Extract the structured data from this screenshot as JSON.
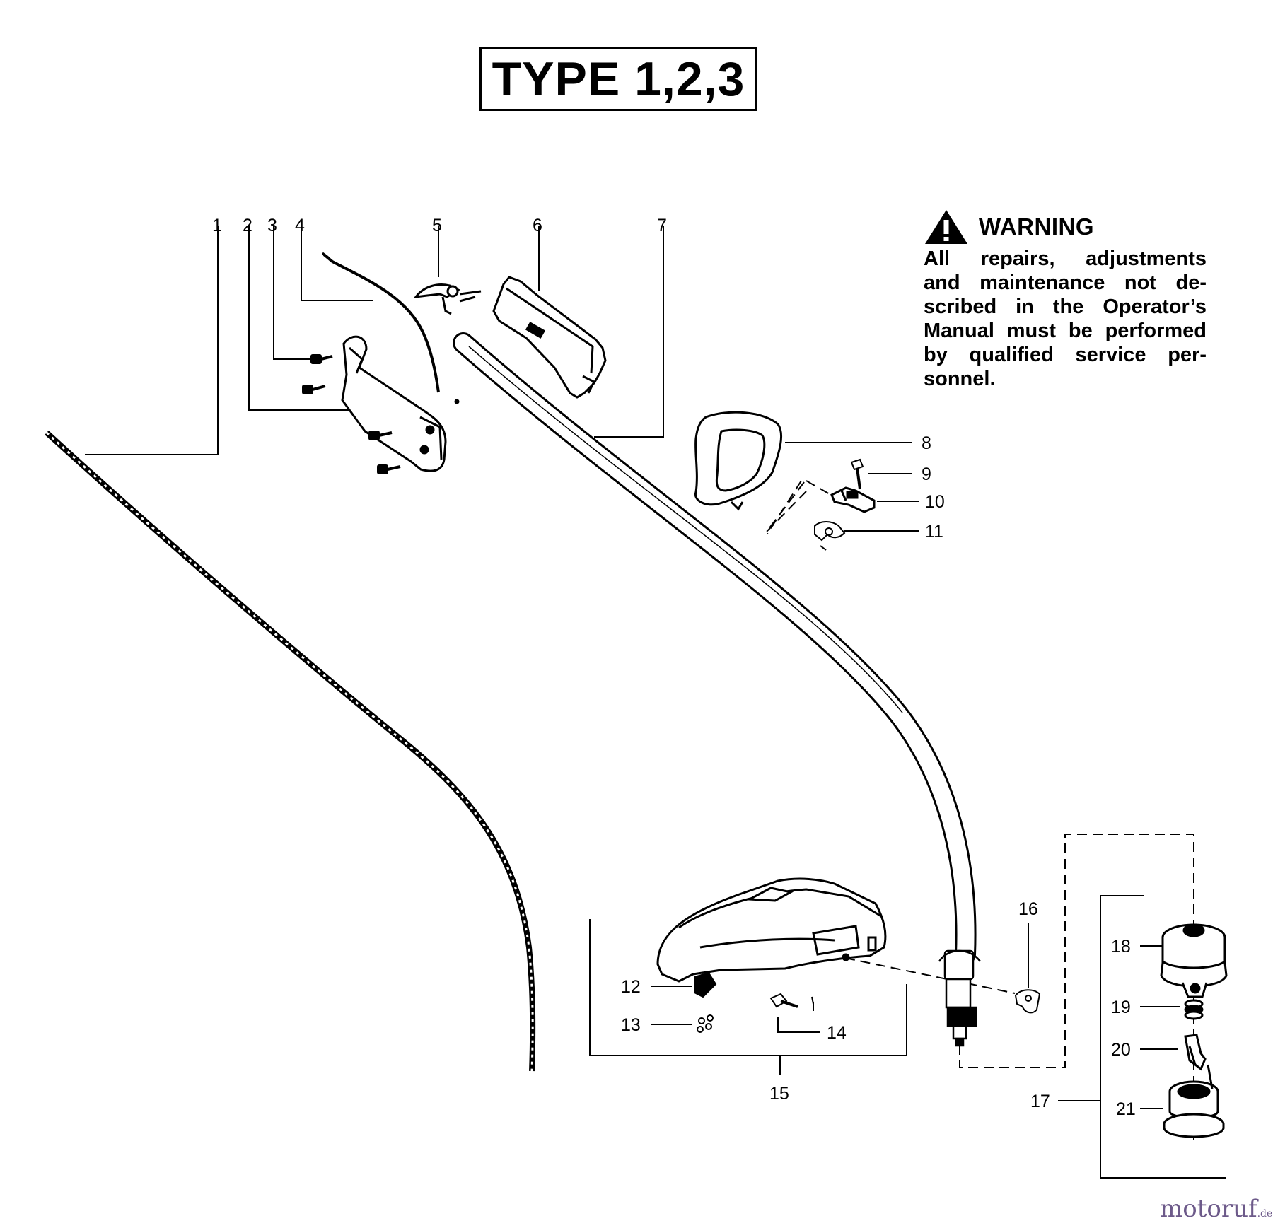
{
  "title": "TYPE 1,2,3",
  "warning": {
    "heading": "WARNING",
    "lines": [
      "All repairs, adjustments",
      "and maintenance not de-",
      "scribed in the Operator’s",
      "Manual must be performed",
      "by qualified service per-",
      "sonnel."
    ]
  },
  "callouts": [
    "1",
    "2",
    "3",
    "4",
    "5",
    "6",
    "7",
    "8",
    "9",
    "10",
    "11",
    "12",
    "13",
    "14",
    "15",
    "16",
    "17",
    "18",
    "19",
    "20",
    "21"
  ],
  "watermark": {
    "brand": "motoruf",
    "suffix": ".de"
  }
}
